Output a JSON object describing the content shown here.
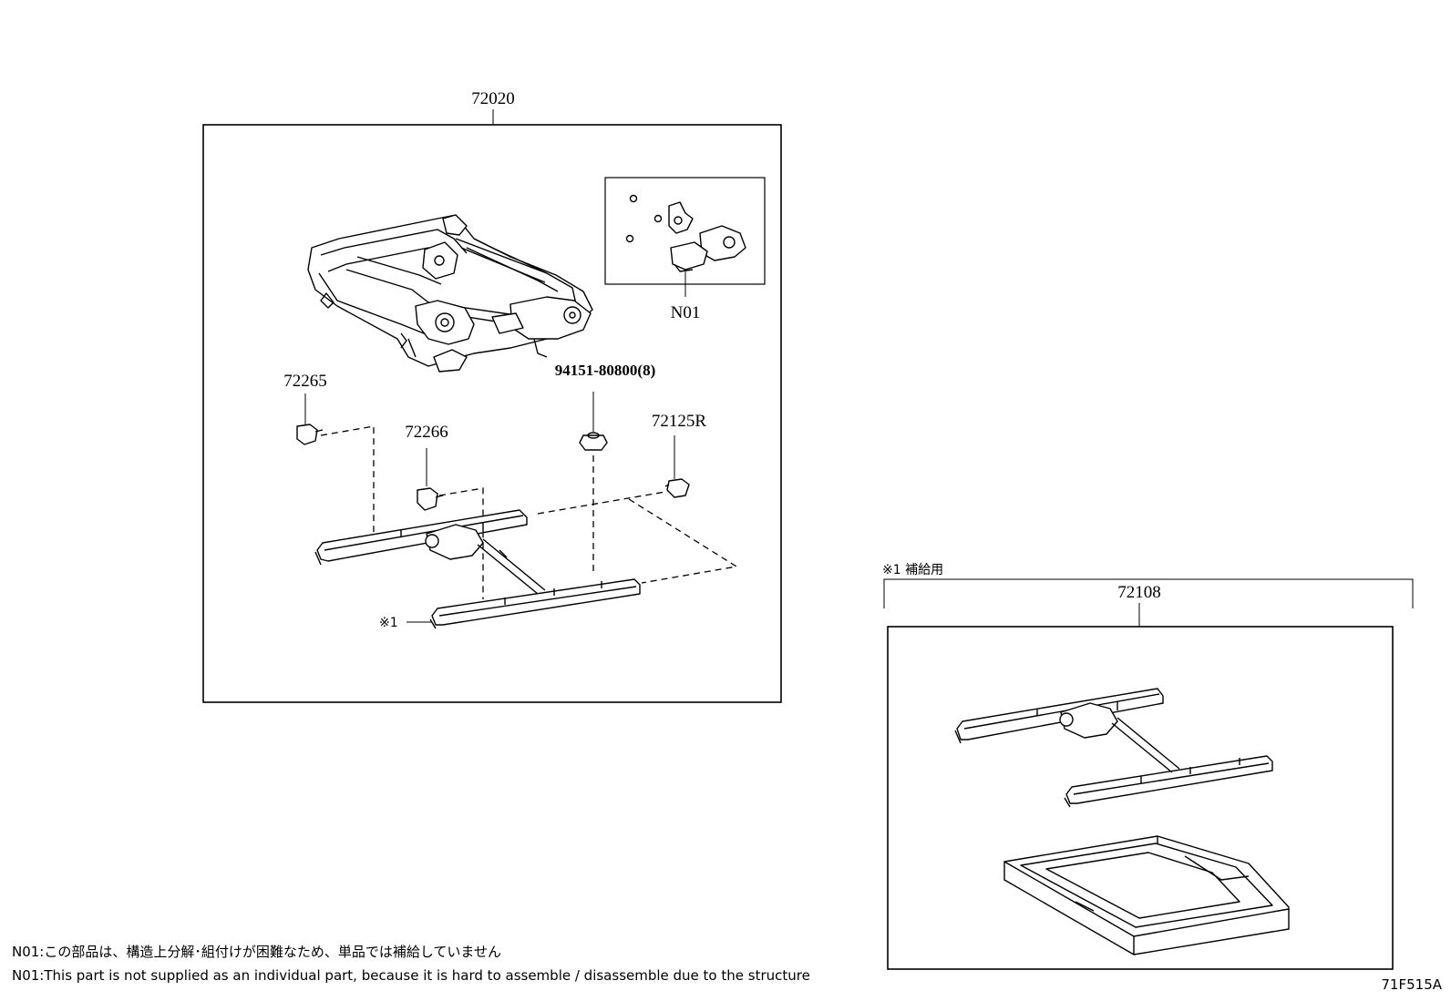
{
  "callouts": {
    "assembly_main": "72020",
    "motor_kit": "N01",
    "nut": "94151-80800(8)",
    "bracket_left": "72265",
    "bracket_center": "72266",
    "bracket_right": "72125R",
    "supply_mark": "※1",
    "supply_heading": "※1 補給用",
    "adjuster_assembly": "72108"
  },
  "notes": {
    "jp": "N01:この部品は、構造上分解･組付けが困難なため、単品では補給していません",
    "en": "N01:This part is not supplied as an individual part, because it is hard to assemble / disassemble due to the structure"
  },
  "doc_code": "71F515A"
}
